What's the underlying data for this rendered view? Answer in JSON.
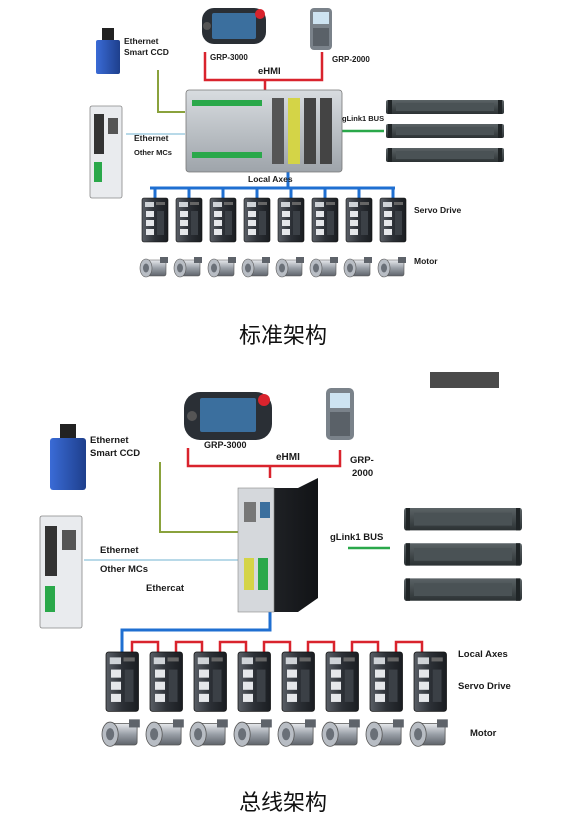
{
  "top": {
    "labels": {
      "grp3000": "GRP-3000",
      "ehmi": "eHMI",
      "grp2000": "GRP-2000",
      "ethernet_ccd_1": "Ethernet",
      "ethernet_ccd_2": "Smart CCD",
      "ethernet_mc_1": "Ethernet",
      "ethernet_mc_2": "Other MCs",
      "glink": "gLink1 BUS",
      "local_axes": "Local Axes",
      "servo": "Servo Drive",
      "motor": "Motor"
    },
    "caption": "标准架构"
  },
  "bottom": {
    "labels": {
      "grp3000": "GRP-3000",
      "ehmi": "eHMI",
      "grp2000_1": "GRP-",
      "grp2000_2": "2000",
      "ethernet_ccd_1": "Ethernet",
      "ethernet_ccd_2": "Smart CCD",
      "ethernet_mc_1": "Ethernet",
      "ethernet_mc_2": "Other MCs",
      "ethercat": "Ethercat",
      "glink": "gLink1 BUS",
      "local_axes": "Local Axes",
      "servo": "Servo Drive",
      "motor": "Motor"
    },
    "caption": "总线架构"
  },
  "colors": {
    "red_link": "#d9232d",
    "blue_bus": "#1f6fd1",
    "green_link": "#2aa84a",
    "olive_link": "#8aa23c",
    "light_link": "#b8d9e8"
  }
}
